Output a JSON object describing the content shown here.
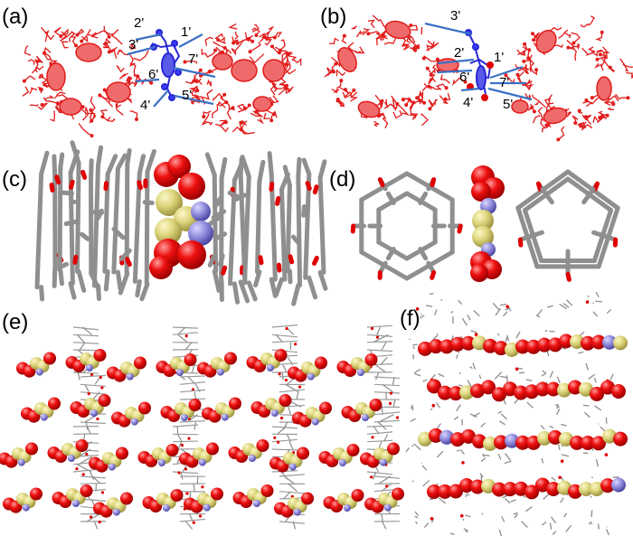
{
  "panels": {
    "a": {
      "label": "(a)",
      "contacts": [
        "1'",
        "2'",
        "3'",
        "4'",
        "5'",
        "6'",
        "7'"
      ]
    },
    "b": {
      "label": "(b)",
      "contacts": [
        "1'",
        "2'",
        "3'",
        "4'",
        "5'",
        "6'",
        "7'"
      ]
    },
    "c": {
      "label": "(c)"
    },
    "d": {
      "label": "(d)"
    },
    "e": {
      "label": "(e)"
    },
    "f": {
      "label": "(f)"
    }
  },
  "colors": {
    "host_wire": "#e11b1b",
    "host_ring_fill": "#ef6b6b",
    "guest_wire": "#2727d6",
    "contact_line": "#3a72c4",
    "carbon_stick": "#8f8f8f",
    "oxygen": "#e00000",
    "sulfur": "#d8d27a",
    "nitrogen": "#8a84d6"
  }
}
